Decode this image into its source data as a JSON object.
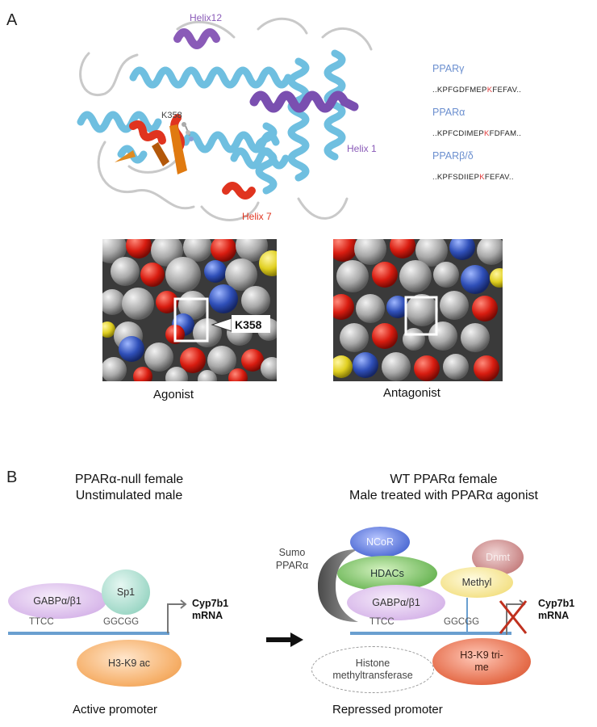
{
  "panel_a": {
    "letter": "A",
    "structure": {
      "labels": {
        "helix12": "Helix12",
        "helix1": "Helix 1",
        "helix7": "Helix 7",
        "k358": "K358"
      },
      "colors": {
        "helix_main": "#6fbfe0",
        "helix12": "#8a5bb8",
        "helix1": "#7a4fb0",
        "helix7": "#e0341f",
        "strand": "#e07a10",
        "loop": "#c8c8c8"
      }
    },
    "sequences": [
      {
        "name": "PPARγ",
        "pre": "..KPFGDFMEP",
        "k": "K",
        "post": "FEFAV.."
      },
      {
        "name": "PPARα",
        "pre": "..KPFCDIMEP",
        "k": "K",
        "post": "FDFAM.."
      },
      {
        "name": "PPARβ/δ",
        "pre": "..KPFSDIIEP",
        "k": "K",
        "post": "FEFAV.."
      }
    ],
    "surfaces": [
      {
        "caption": "Agonist",
        "callout": "K358"
      },
      {
        "caption": "Antagonist"
      }
    ]
  },
  "panel_b": {
    "letter": "B",
    "left": {
      "title_line1": "PPARα-null female",
      "title_line2": "Unstimulated male",
      "gabp": "GABPα/β1",
      "sp1": "Sp1",
      "site1": "TTCC",
      "site2": "GGCGG",
      "mrna_line1": "Cyp7b1",
      "mrna_line2": "mRNA",
      "histone": "H3-K9 ac",
      "caption": "Active promoter"
    },
    "right": {
      "title_line1": "WT PPARα female",
      "title_line2": "Male treated with PPARα agonist",
      "sumo_line1": "Sumo",
      "sumo_line2": "PPARα",
      "ncor": "NCoR",
      "hdacs": "HDACs",
      "dnmt": "Dnmt",
      "methyl": "Methyl",
      "gabp": "GABPα/β1",
      "site1": "TTCC",
      "site2": "GGCGG",
      "mrna_line1": "Cyp7b1",
      "mrna_line2": "mRNA",
      "hmt_line1": "Histone",
      "hmt_line2": "methyltransferase",
      "histone_line1": "H3-K9 tri-",
      "histone_line2": "me",
      "caption": "Repressed promoter"
    }
  }
}
